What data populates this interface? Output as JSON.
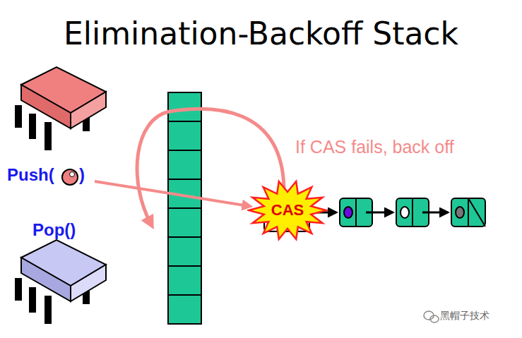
{
  "diagram": {
    "title": "Elimination-Backoff Stack",
    "nodes": [
      {
        "text": [
          "CAS"
        ]
      }
    ],
    "labels": [
      "Push(",
      ")",
      "Pop()",
      "If CAS fails, back off",
      "黑帽子技术"
    ]
  }
}
